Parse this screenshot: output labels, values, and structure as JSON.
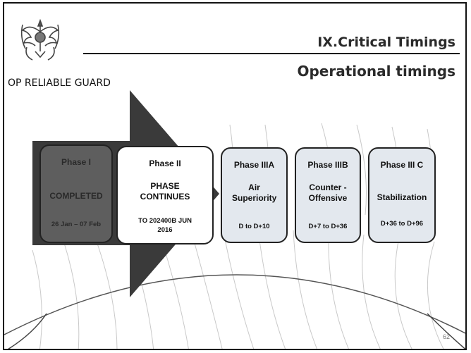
{
  "header": {
    "title": "IX.Critical Timings",
    "subtitle": "Operational timings"
  },
  "sidebar": {
    "vertical_text": "OP RELIABLE GUARD"
  },
  "emblem": {
    "icon": "eagle-crest-icon"
  },
  "phases": [
    {
      "title": "Phase I",
      "body": "COMPLETED",
      "dates": "26 Jan – 07 Feb",
      "status": "completed"
    },
    {
      "title": "Phase II",
      "body": "PHASE CONTINUES",
      "dates": "TO 202400B JUN 2016",
      "status": "current"
    },
    {
      "title": "Phase IIIA",
      "body": "Air Superiority",
      "dates": "D to D+10",
      "status": "future"
    },
    {
      "title": "Phase IIIB",
      "body": "Counter - Offensive",
      "dates": "D+7 to D+36",
      "status": "future"
    },
    {
      "title": "Phase III C",
      "body": "Stabilization",
      "dates": "D+36 to D+96",
      "status": "future"
    }
  ],
  "footer": {
    "page_number": "62"
  },
  "colors": {
    "arrow": "#3a3a3a",
    "completed_fill": "#5e5e5e",
    "future_fill": "#e3e8ee"
  }
}
